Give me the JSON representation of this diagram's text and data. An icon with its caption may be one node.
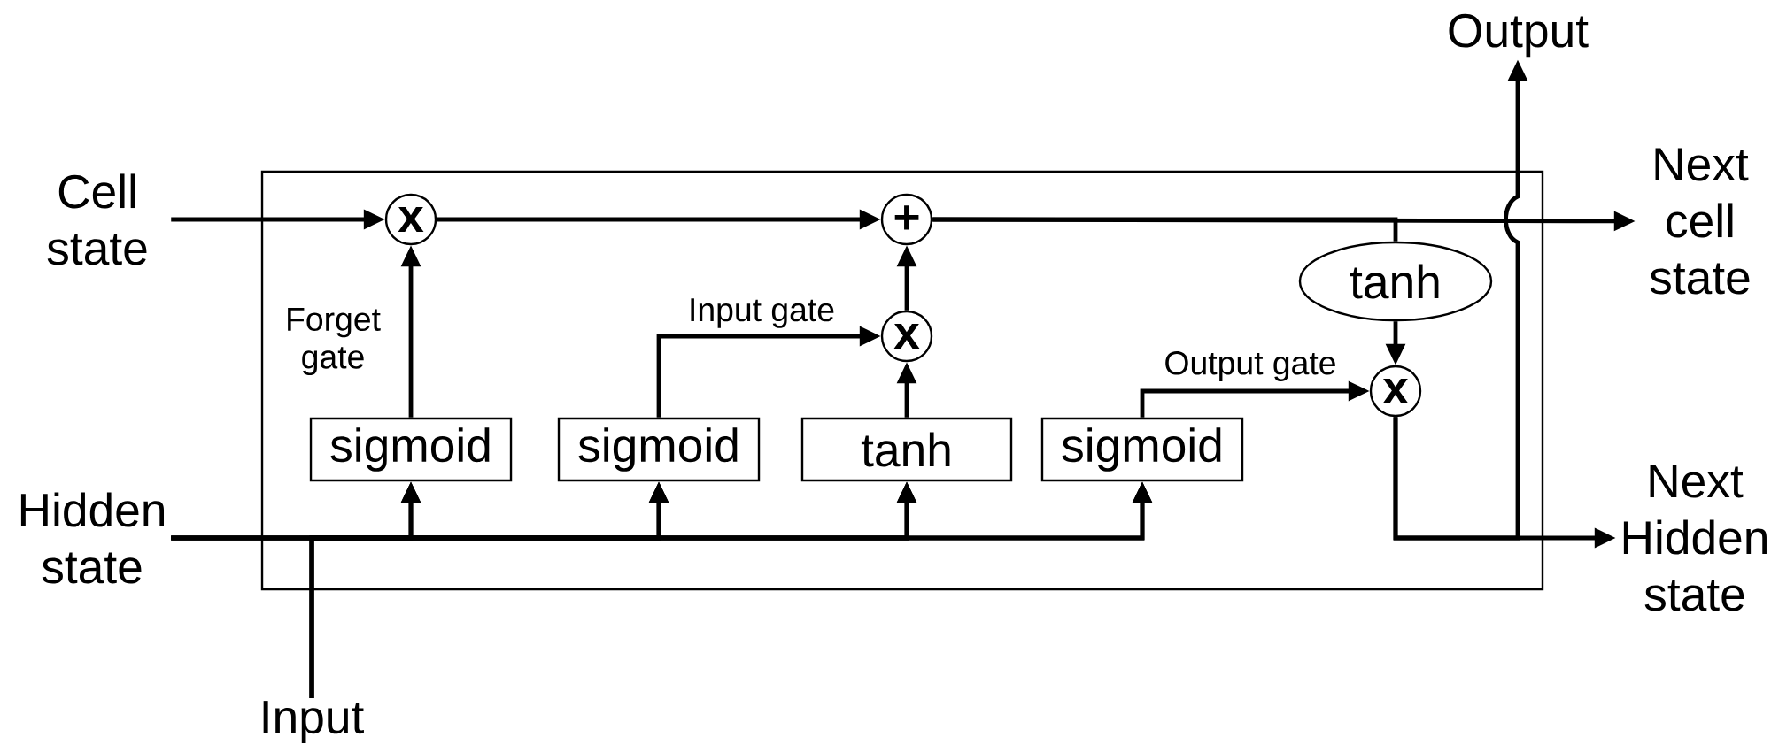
{
  "diagram": {
    "nodes": [
      {
        "text": [],
        "shape": "box"
      },
      {
        "text": [
          "Cell state"
        ]
      },
      {
        "text": [
          "Hidden state"
        ]
      },
      {
        "text": [
          "Input"
        ]
      },
      {
        "text": [
          "Output"
        ]
      },
      {
        "text": [
          "Next cell state"
        ]
      },
      {
        "text": [
          "Next Hidden state"
        ]
      },
      {
        "text": [
          "x"
        ],
        "in": 0
      },
      {
        "text": [
          "+"
        ],
        "in": 0
      },
      {
        "text": [
          "x"
        ],
        "in": 0
      },
      {
        "text": [
          "x"
        ],
        "in": 0
      },
      {
        "text": [
          "tanh"
        ],
        "in": 0
      },
      {
        "text": [
          "sigmoid"
        ],
        "in": 0
      },
      {
        "text": [
          "sigmoid"
        ],
        "in": 0
      },
      {
        "text": [
          "tanh"
        ],
        "in": 0
      },
      {
        "text": [
          "sigmoid"
        ],
        "in": 0
      }
    ],
    "edges": [
      {
        "from": 1,
        "to": 7,
        "arrow": "to"
      },
      {
        "from": 7,
        "to": 8,
        "arrow": "to"
      },
      {
        "from": 8,
        "to": 5,
        "arrow": "to"
      },
      {
        "from": 12,
        "to": 7,
        "arrow": "to",
        "label": "Forget gate"
      },
      {
        "from": 13,
        "to": 9,
        "arrow": "to",
        "label": "Input gate"
      },
      {
        "from": 14,
        "to": 9,
        "arrow": "to"
      },
      {
        "from": 9,
        "to": 8,
        "arrow": "to"
      },
      {
        "from": 15,
        "to": 10,
        "arrow": "to",
        "label": "Output gate"
      },
      {
        "from": 11,
        "to": 10,
        "arrow": "to"
      },
      {
        "from": 8,
        "to": 11,
        "arrow": "none"
      },
      {
        "from": 10,
        "to": 6,
        "arrow": "to"
      },
      {
        "from": 10,
        "to": 4,
        "arrow": "to"
      },
      {
        "from": 2,
        "to": 12,
        "arrow": "to"
      },
      {
        "from": 2,
        "to": 13,
        "arrow": "to"
      },
      {
        "from": 2,
        "to": 14,
        "arrow": "to"
      },
      {
        "from": 2,
        "to": 15,
        "arrow": "to"
      },
      {
        "from": 3,
        "to": 12,
        "arrow": "to"
      },
      {
        "from": 3,
        "to": 13,
        "arrow": "to"
      },
      {
        "from": 3,
        "to": 14,
        "arrow": "to"
      },
      {
        "from": 3,
        "to": 15,
        "arrow": "to"
      }
    ]
  }
}
